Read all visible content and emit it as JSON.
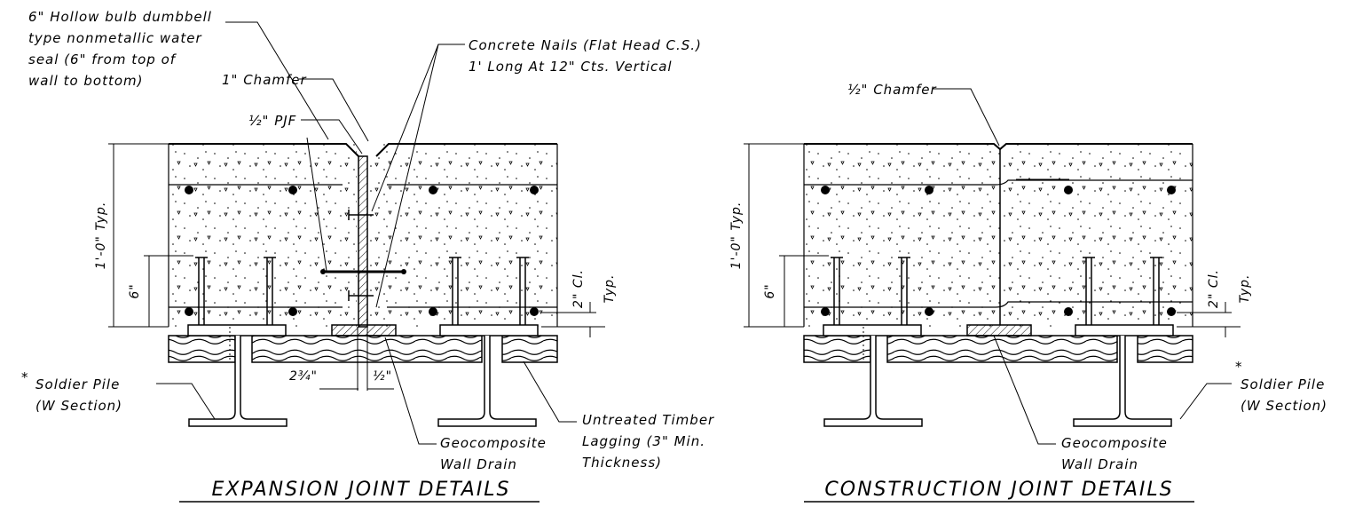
{
  "expansion": {
    "title": "EXPANSION JOINT DETAILS",
    "labels": {
      "water_seal": [
        "6\" Hollow bulb dumbbell",
        "type nonmetallic water",
        "seal (6\" from top of",
        "wall to bottom)"
      ],
      "chamfer": "1\" Chamfer",
      "pjf": "½\" PJF",
      "nails": [
        "Concrete Nails (Flat Head C.S.)",
        "1' Long At 12\" Cts. Vertical"
      ],
      "soldier_pile": [
        "Soldier Pile",
        "(W Section)"
      ],
      "asterisk": "*",
      "timber": [
        "Untreated Timber",
        "Lagging (3\" Min.",
        "Thickness)"
      ],
      "drain": [
        "Geocomposite",
        "Wall Drain"
      ]
    },
    "dims": {
      "height": "1'-0\" Typ.",
      "six": "6\"",
      "cl": "2\" Cl.",
      "typ": "Typ.",
      "two_three_quarter": "2¾\"",
      "half": "½\""
    }
  },
  "construction": {
    "title": "CONSTRUCTION JOINT DETAILS",
    "labels": {
      "chamfer": "½\" Chamfer",
      "soldier_pile": [
        "Soldier Pile",
        "(W Section)"
      ],
      "asterisk": "*",
      "drain": [
        "Geocomposite",
        "Wall Drain"
      ]
    },
    "dims": {
      "height": "1'-0\" Typ.",
      "six": "6\"",
      "cl": "2\" Cl.",
      "typ": "Typ."
    }
  }
}
